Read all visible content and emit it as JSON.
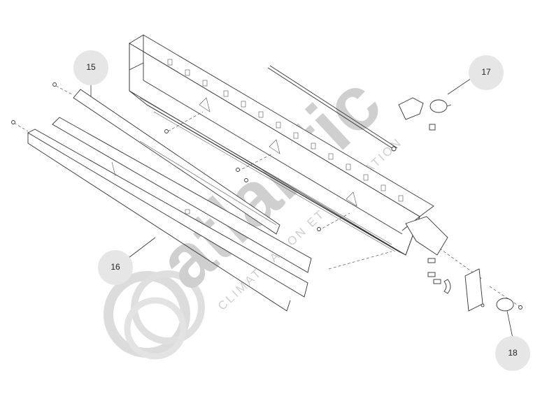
{
  "callouts": [
    {
      "id": "c15",
      "label": "15"
    },
    {
      "id": "c16",
      "label": "16"
    },
    {
      "id": "c17",
      "label": "17"
    },
    {
      "id": "c18",
      "label": "18"
    }
  ],
  "watermark": {
    "brand": "atlantic",
    "tagline": "CLIMATISATION ET VENTILATION"
  },
  "colors": {
    "callout_fill": "#e6e6e6",
    "line": "#333333",
    "watermark": "#d6d6d6"
  }
}
